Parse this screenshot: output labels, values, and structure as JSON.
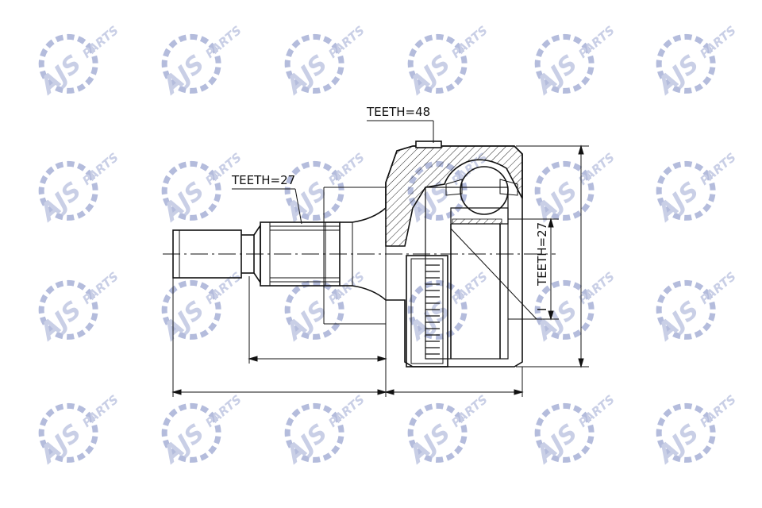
{
  "watermark": {
    "brand": "AJS",
    "sub": "PARTS",
    "color": "#c9cfe6",
    "accent": "#b4bcdc"
  },
  "labels": {
    "teeth_outer": "TEETH=48",
    "teeth_shaft": "TEETH=27",
    "teeth_inner": "TEETH=27",
    "inner_mark": "I"
  },
  "colors": {
    "line": "#111111",
    "hatch": "#222222"
  }
}
